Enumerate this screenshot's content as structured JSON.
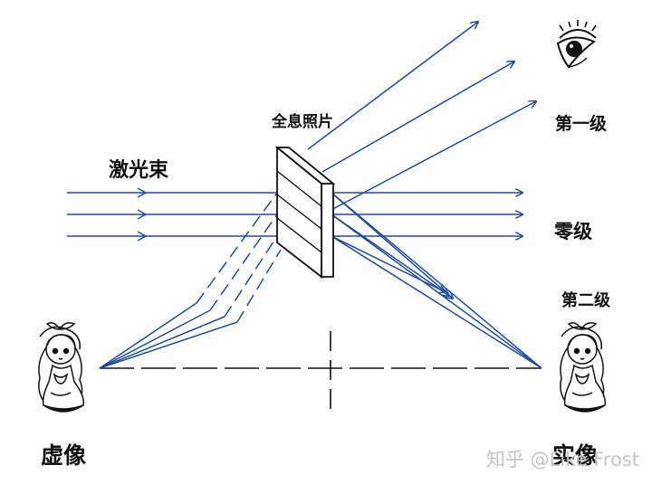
{
  "labels": {
    "laser_beam": "激光束",
    "hologram": "全息照片",
    "first_order": "第一级",
    "zero_order": "零级",
    "second_order": "第二级",
    "virtual_image": "虚像",
    "real_image": "实像"
  },
  "watermark": "知乎 @Like Frost",
  "colors": {
    "ray": "#1f4c9a",
    "ink": "#111111"
  },
  "icons": [
    "eye-icon",
    "girl-figure-icon"
  ]
}
